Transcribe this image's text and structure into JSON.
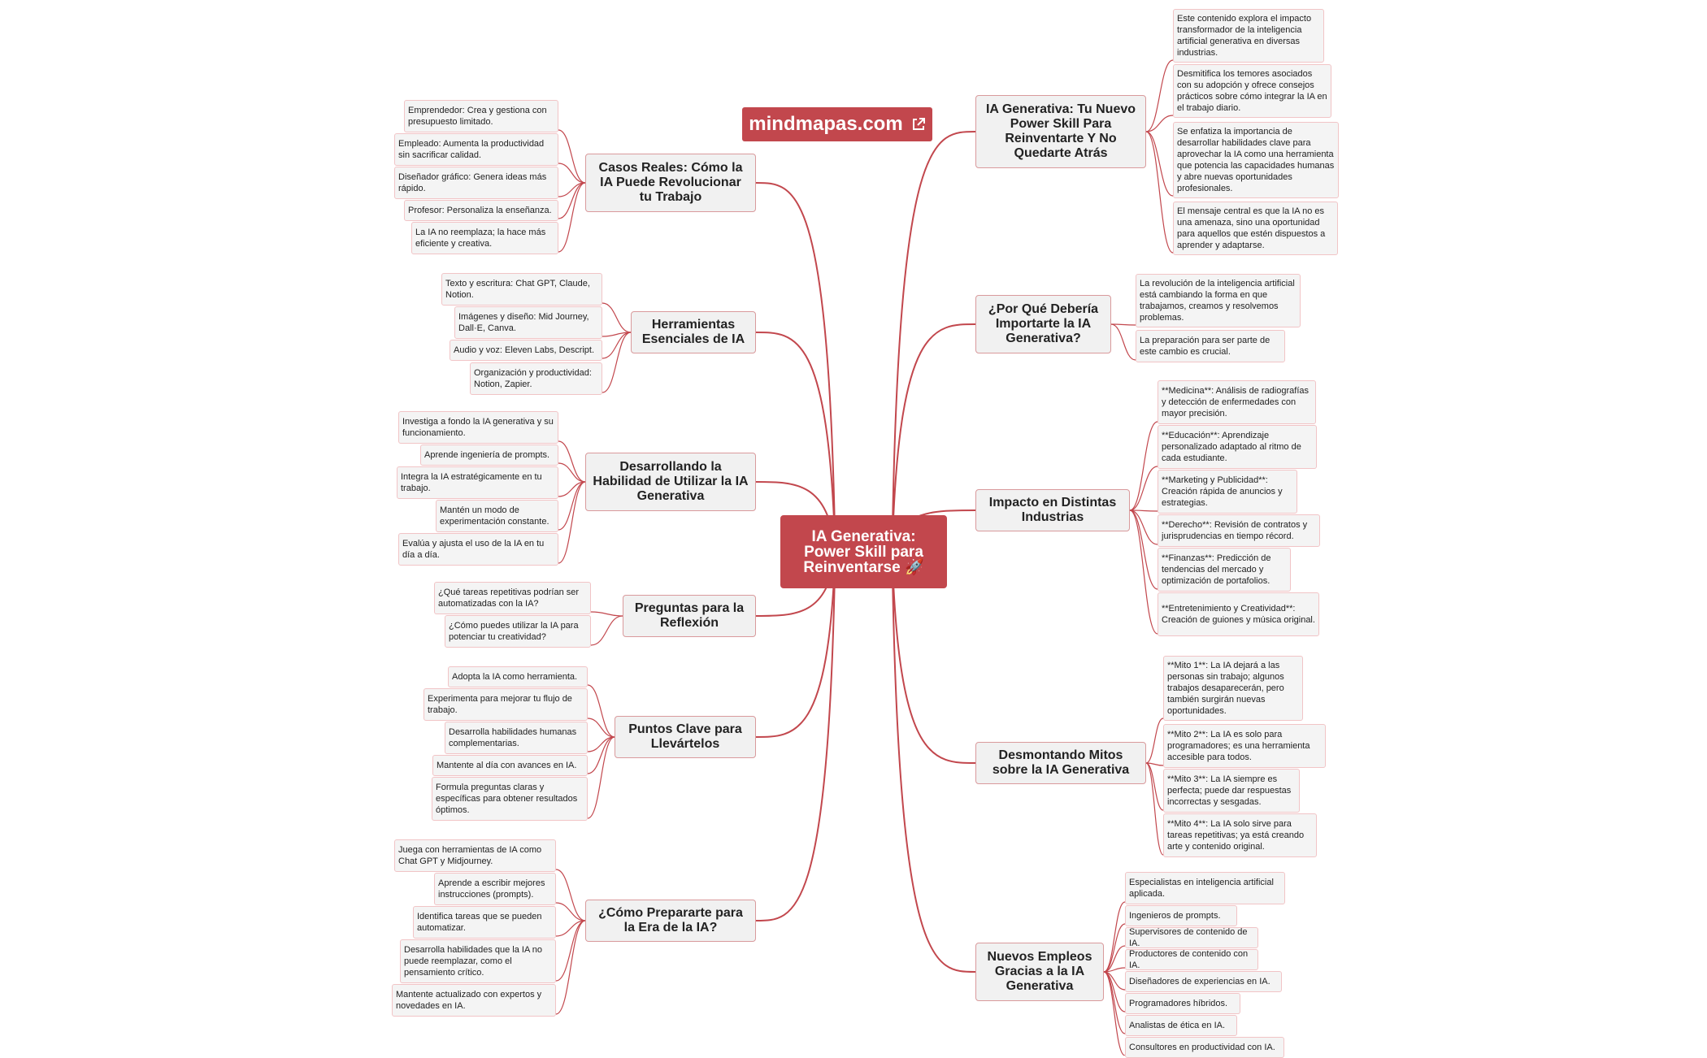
{
  "logo": {
    "text": "mindmapas.com",
    "icon": "external-link-icon"
  },
  "colors": {
    "accent": "#c2474d",
    "link": "#c2474d",
    "node_bg": "#f1f1f1",
    "leaf_border": "#f1c4c6"
  },
  "root": {
    "label": "IA Generativa: Power Skill para Reinventarse 🚀"
  },
  "branches": [
    {
      "label": "Casos Reales: Cómo la IA Puede Revolucionar tu Trabajo",
      "leaves": [
        "Emprendedor: Crea y gestiona con presupuesto limitado.",
        "Empleado: Aumenta la productividad sin sacrificar calidad.",
        "Diseñador gráfico: Genera ideas más rápido.",
        "Profesor: Personaliza la enseñanza.",
        "La IA no reemplaza; la hace más eficiente y creativa."
      ]
    },
    {
      "label": "Herramientas Esenciales de IA",
      "leaves": [
        "Texto y escritura: Chat GPT, Claude, Notion.",
        "Imágenes y diseño: Mid Journey, Dall·E, Canva.",
        "Audio y voz: Eleven Labs, Descript.",
        "Organización y productividad: Notion, Zapier."
      ]
    },
    {
      "label": "Desarrollando la Habilidad de Utilizar la IA Generativa",
      "leaves": [
        "Investiga a fondo la IA generativa y su funcionamiento.",
        "Aprende ingeniería de prompts.",
        "Integra la IA estratégicamente en tu trabajo.",
        "Mantén un modo de experimentación constante.",
        "Evalúa y ajusta el uso de la IA en tu día a día."
      ]
    },
    {
      "label": "Preguntas para la Reflexión",
      "leaves": [
        "¿Qué tareas repetitivas podrían ser automatizadas con la IA?",
        "¿Cómo puedes utilizar la IA para potenciar tu creatividad?"
      ]
    },
    {
      "label": "Puntos Clave para Llevártelos",
      "leaves": [
        "Adopta la IA como herramienta.",
        "Experimenta para mejorar tu flujo de trabajo.",
        "Desarrolla habilidades humanas complementarias.",
        "Mantente al día con avances en IA.",
        "Formula preguntas claras y específicas para obtener resultados óptimos."
      ]
    },
    {
      "label": "¿Cómo Prepararte para la Era de la IA?",
      "leaves": [
        "Juega con herramientas de IA como Chat GPT y Midjourney.",
        "Aprende a escribir mejores instrucciones (prompts).",
        "Identifica tareas que se pueden automatizar.",
        "Desarrolla habilidades que la IA no puede reemplazar, como el pensamiento crítico.",
        "Mantente actualizado con expertos y novedades en IA."
      ]
    },
    {
      "label": "IA Generativa: Tu Nuevo Power Skill Para Reinventarte Y No Quedarte Atrás",
      "leaves": [
        "Este contenido explora el impacto transformador de la inteligencia artificial generativa en diversas industrias.",
        "Desmitifica los temores asociados con su adopción y ofrece consejos prácticos sobre cómo integrar la IA en el trabajo diario.",
        "Se enfatiza la importancia de desarrollar habilidades clave para aprovechar la IA como una herramienta que potencia las capacidades humanas y abre nuevas oportunidades profesionales.",
        "El mensaje central es que la IA no es una amenaza, sino una oportunidad para aquellos que estén dispuestos a aprender y adaptarse."
      ]
    },
    {
      "label": "¿Por Qué Debería Importarte la IA Generativa?",
      "leaves": [
        "La revolución de la inteligencia artificial está cambiando la forma en que trabajamos, creamos y resolvemos problemas.",
        "La preparación para ser parte de este cambio es crucial."
      ]
    },
    {
      "label": "Impacto en Distintas Industrias",
      "leaves": [
        "**Medicina**: Análisis de radiografías y detección de enfermedades con mayor precisión.",
        "**Educación**: Aprendizaje personalizado adaptado al ritmo de cada estudiante.",
        "**Marketing y Publicidad**: Creación rápida de anuncios y estrategias.",
        "**Derecho**: Revisión de contratos y jurisprudencias en tiempo récord.",
        "**Finanzas**: Predicción de tendencias del mercado y optimización de portafolios.",
        "**Entretenimiento y Creatividad**: Creación de guiones y música original."
      ]
    },
    {
      "label": "Desmontando Mitos sobre la IA Generativa",
      "leaves": [
        "**Mito 1**: La IA dejará a las personas sin trabajo; algunos trabajos desaparecerán, pero también surgirán nuevas oportunidades.",
        "**Mito 2**: La IA es solo para programadores; es una herramienta accesible para todos.",
        "**Mito 3**: La IA siempre es perfecta; puede dar respuestas incorrectas y sesgadas.",
        "**Mito 4**: La IA solo sirve para tareas repetitivas; ya está creando arte y contenido original."
      ]
    },
    {
      "label": "Nuevos Empleos Gracias a la IA Generativa",
      "leaves": [
        "Especialistas en inteligencia artificial aplicada.",
        "Ingenieros de prompts.",
        "Supervisores de contenido de IA.",
        "Productores de contenido con IA.",
        "Diseñadores de experiencias en IA.",
        "Programadores híbridos.",
        "Analistas de ética en IA.",
        "Consultores en productividad con IA."
      ]
    }
  ]
}
